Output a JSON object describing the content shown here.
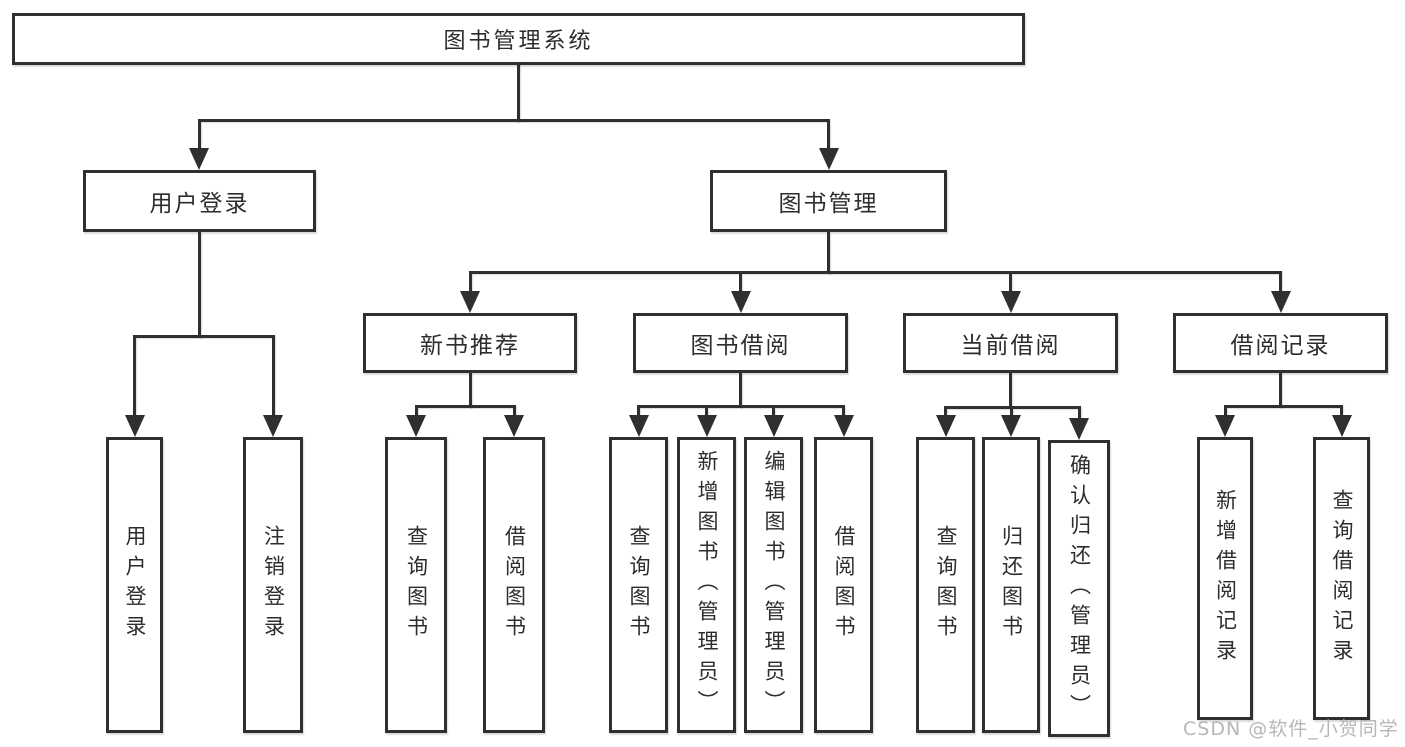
{
  "diagram": {
    "type": "hierarchy-tree",
    "root": {
      "label": "图书管理系统",
      "children": [
        {
          "label": "用户登录",
          "children": [
            {
              "label": "用户登录"
            },
            {
              "label": "注销登录"
            }
          ]
        },
        {
          "label": "图书管理",
          "children": [
            {
              "label": "新书推荐",
              "children": [
                {
                  "label": "查询图书"
                },
                {
                  "label": "借阅图书"
                }
              ]
            },
            {
              "label": "图书借阅",
              "children": [
                {
                  "label": "查询图书"
                },
                {
                  "label": "新增图书（管理员）"
                },
                {
                  "label": "编辑图书（管理员）"
                },
                {
                  "label": "借阅图书"
                }
              ]
            },
            {
              "label": "当前借阅",
              "children": [
                {
                  "label": "查询图书"
                },
                {
                  "label": "归还图书"
                },
                {
                  "label": "确认归还（管理员）"
                }
              ]
            },
            {
              "label": "借阅记录",
              "children": [
                {
                  "label": "新增借阅记录"
                },
                {
                  "label": "查询借阅记录"
                }
              ]
            }
          ]
        }
      ]
    }
  },
  "watermark": {
    "text": "CSDN @软件_小贺同学"
  },
  "colors": {
    "line": "#2f2f2f",
    "text": "#2d2d2d",
    "watermark": "#b7b7b7",
    "background": "#ffffff"
  }
}
